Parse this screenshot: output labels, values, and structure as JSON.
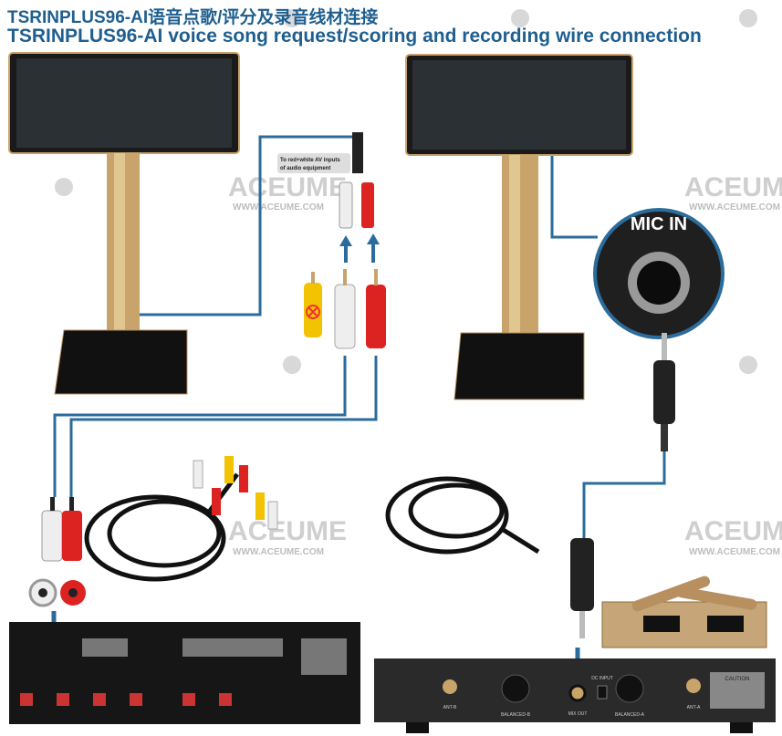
{
  "title": {
    "line1": "TSRINPLUS96-AI语音点歌/评分及录音线材连接",
    "line2": "TSRINPLUS96-AI voice song request/scoring and recording wire connection"
  },
  "labels": {
    "av_note_line1": "To red+white AV inputs",
    "av_note_line2": "of audio equipment",
    "mic_in": "MIC IN"
  },
  "watermark": {
    "brand": "ACEUME",
    "url": "WWW.ACEUME.COM"
  },
  "receiver_ports": {
    "ant_b": "ANT-B",
    "balanced_b": "BALANCED-B",
    "mix_out": "MIX OUT",
    "dc_input": "DC INPUT",
    "balanced_a": "BALANCED-A",
    "ant_a": "ANT-A",
    "caution": "CAUTION"
  },
  "colors": {
    "cable": "#2b6c9c",
    "title": "#1f5f8f",
    "stand": "#c9a46a"
  }
}
